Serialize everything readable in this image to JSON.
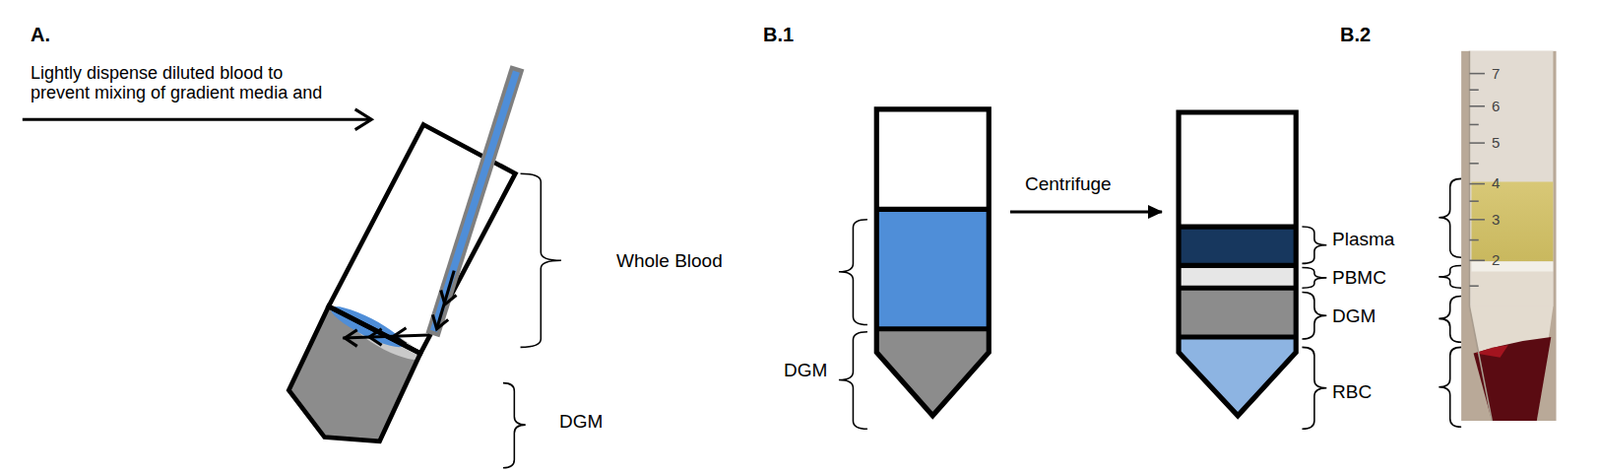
{
  "diagram": {
    "nodes": [
      {
        "text": [
          "DGM"
        ]
      },
      {
        "text": [
          "Plasma",
          "PBMC",
          "DGM",
          "RBC"
        ]
      }
    ],
    "edges": [
      {
        "from": 0,
        "to": 1,
        "label": "Centrifuge",
        "arrow": "to"
      }
    ],
    "labels": [
      "A.",
      "Lightly dispense diluted blood to prevent mixing of gradient media and",
      "Whole Blood",
      "DGM",
      "B.1",
      "B.2",
      "7",
      "6",
      "5",
      "4",
      "3",
      "2"
    ]
  }
}
